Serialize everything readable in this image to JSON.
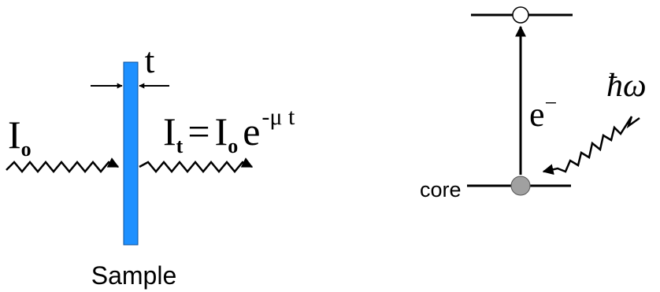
{
  "absorption": {
    "thickness_label": "t",
    "incident_label": "I",
    "incident_sub": "o",
    "transmitted_label": "I",
    "transmitted_sub": "t",
    "equals": "=",
    "rhs_I": "I",
    "rhs_sub": "o",
    "rhs_e": "e",
    "exponent": "-μ t",
    "sample_label": "Sample",
    "sample_color": "#1E90FF"
  },
  "photoelectric": {
    "electron_label": "e",
    "electron_sup": "−",
    "photon_label": "ħω",
    "core_label": "core",
    "empty_state_color": "#ffffff",
    "core_state_color": "#a0a0a0"
  }
}
